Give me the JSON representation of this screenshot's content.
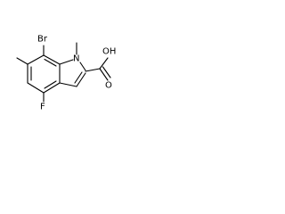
{
  "molecule": {
    "atoms": {
      "br": "Br",
      "n": "N",
      "oh": "OH",
      "o": "O",
      "f": "F"
    },
    "colors": {
      "bond": "#000000",
      "text": "#000000",
      "background": "#ffffff"
    }
  }
}
